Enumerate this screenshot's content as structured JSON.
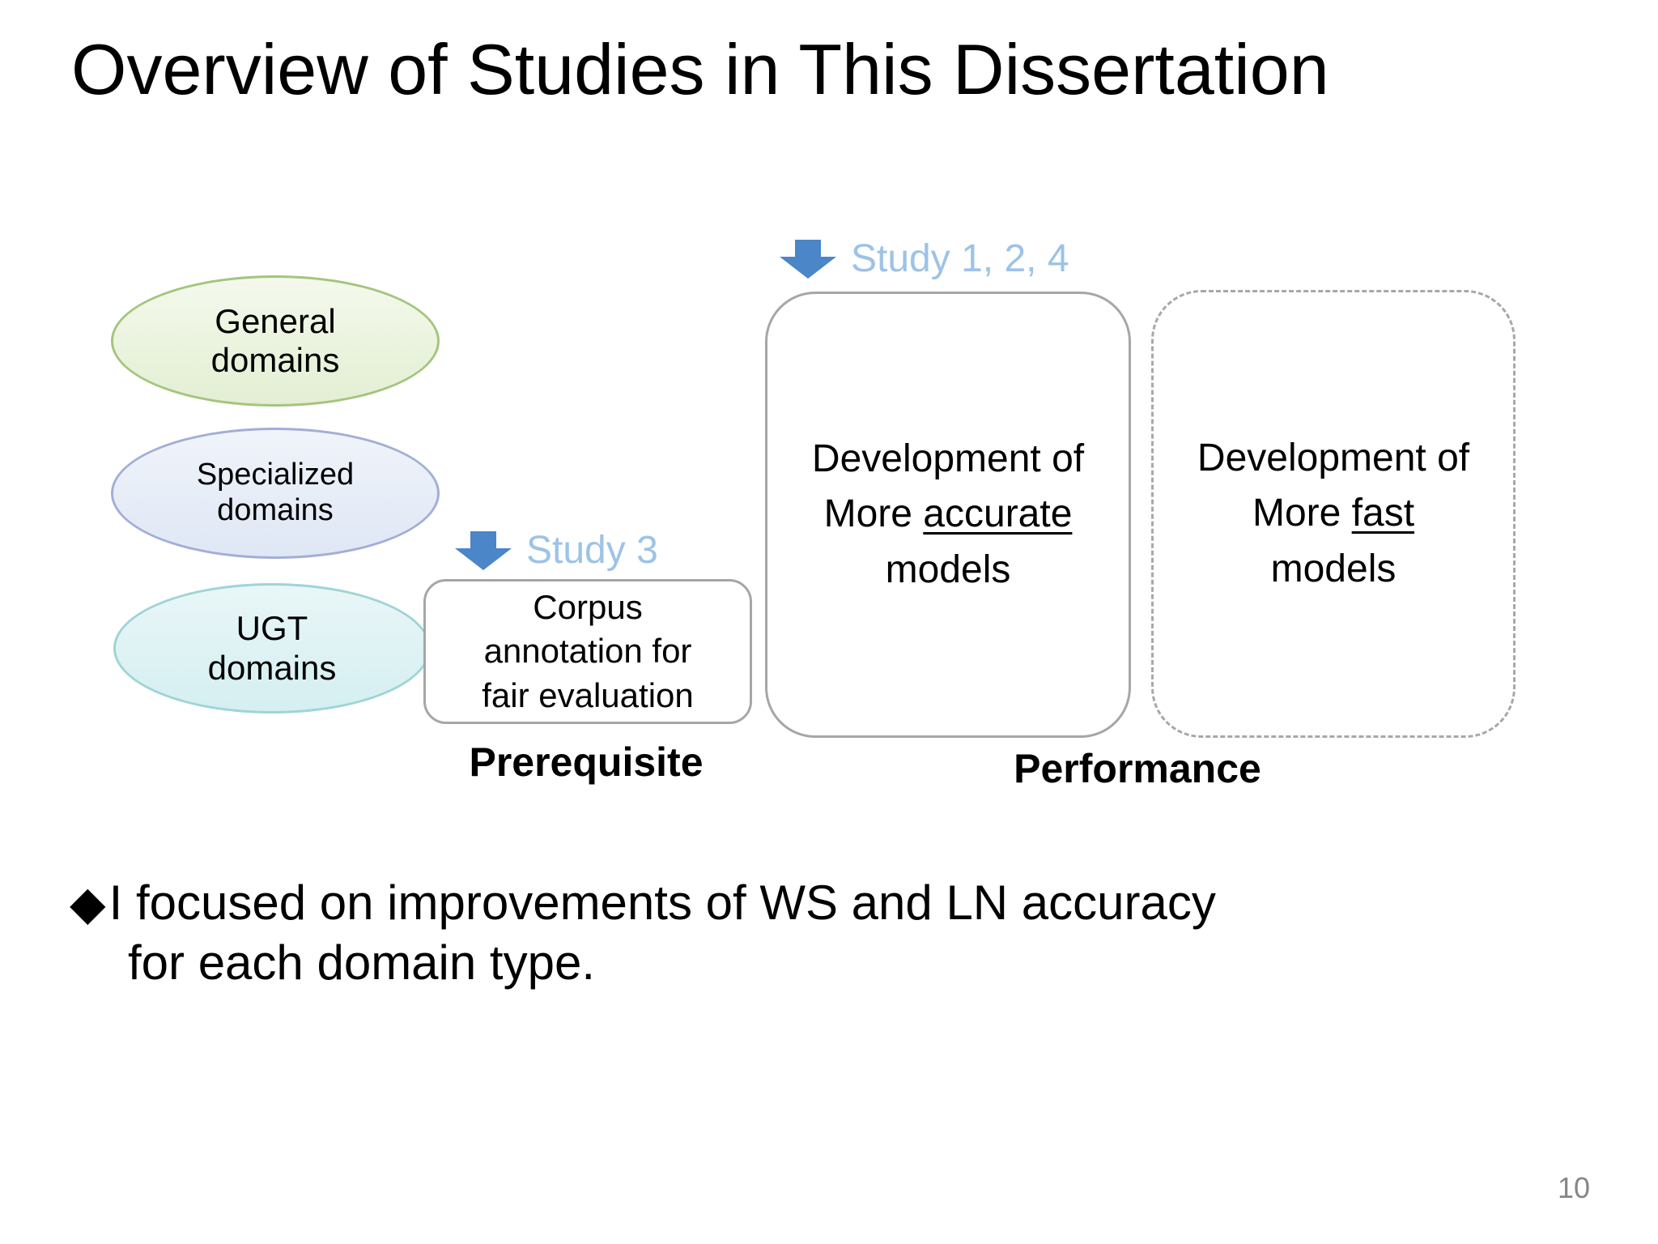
{
  "title": "Overview of Studies in This Dissertation",
  "page_number": "10",
  "colors": {
    "arrow_blue": "#4a86c8",
    "study_label_blue": "#9dc3e6",
    "box_border_gray": "#a6a6a6",
    "general_fill": "#e9f2db",
    "general_border": "#a4c57d",
    "specialized_fill": "#e6ecf7",
    "specialized_border": "#a3aed6",
    "ugt_fill": "#dcf0f2",
    "ugt_border": "#9fd4d6",
    "page_number_gray": "#868686"
  },
  "ellipses": [
    {
      "id": "general-domains",
      "lines": [
        "General",
        "domains"
      ]
    },
    {
      "id": "specialized-domains",
      "lines": [
        "Specialized",
        "domains"
      ]
    },
    {
      "id": "ugt-domains",
      "lines": [
        "UGT",
        "domains"
      ]
    }
  ],
  "study_labels": {
    "study3": "Study 3",
    "study124": "Study 1, 2, 4"
  },
  "boxes": {
    "corpus": {
      "lines": [
        "Corpus",
        "annotation for",
        "fair evaluation"
      ]
    },
    "accurate": {
      "line1": "Development of",
      "line2_prefix": "More ",
      "line2_underlined": "accurate",
      "line3": "models"
    },
    "fast": {
      "line1": "Development of",
      "line2_prefix": "More ",
      "line2_underlined": "fast",
      "line3": "models"
    }
  },
  "category_labels": {
    "prerequisite": "Prerequisite",
    "performance": "Performance"
  },
  "bullet": {
    "marker": "◆",
    "line1": "I focused on improvements of WS and LN accuracy",
    "line2": "for each domain type."
  }
}
